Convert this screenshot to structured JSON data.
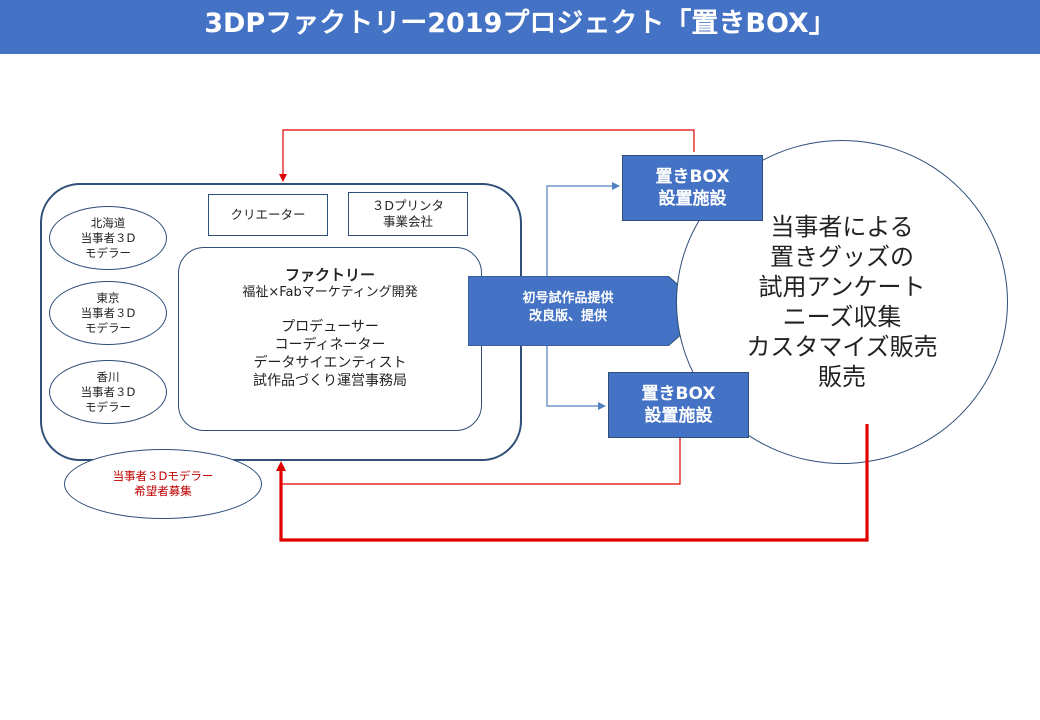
{
  "title": "3DPファクトリー2019プロジェクト「置きBOX」",
  "modelers": [
    {
      "line1": "北海道",
      "line2": "当事者３D",
      "line3": "モデラー"
    },
    {
      "line1": "東京",
      "line2": "当事者３D",
      "line3": "モデラー"
    },
    {
      "line1": "香川",
      "line2": "当事者３D",
      "line3": "モデラー"
    }
  ],
  "creator": "クリエーター",
  "printer_company": {
    "line1": "３Dプリンタ",
    "line2": "事業会社"
  },
  "factory": {
    "title": "ファクトリー",
    "subtitle": "福祉×Fabマーケティング開発",
    "roles": [
      "プロデューサー",
      "コーディネーター",
      "データサイエンティスト",
      "試作品づくり運営事務局"
    ]
  },
  "arrow_label": {
    "line1": "初号試作品提供",
    "line2": "改良版、提供"
  },
  "box_top": {
    "line1": "置きBOX",
    "line2": "設置施設"
  },
  "box_bottom": {
    "line1": "置きBOX",
    "line2": "設置施設"
  },
  "circle_lines": [
    "当事者による",
    "置きグッズの",
    "試用アンケート",
    "ニーズ収集",
    "カスタマイズ販売",
    "販売"
  ],
  "recruit": {
    "line1": "当事者３Dモデラー",
    "line2": "希望者募集"
  },
  "colors": {
    "header": "#4472c4",
    "frame": "#2f4f78",
    "red": "#e00000",
    "blue_line": "#4f7fc0"
  }
}
